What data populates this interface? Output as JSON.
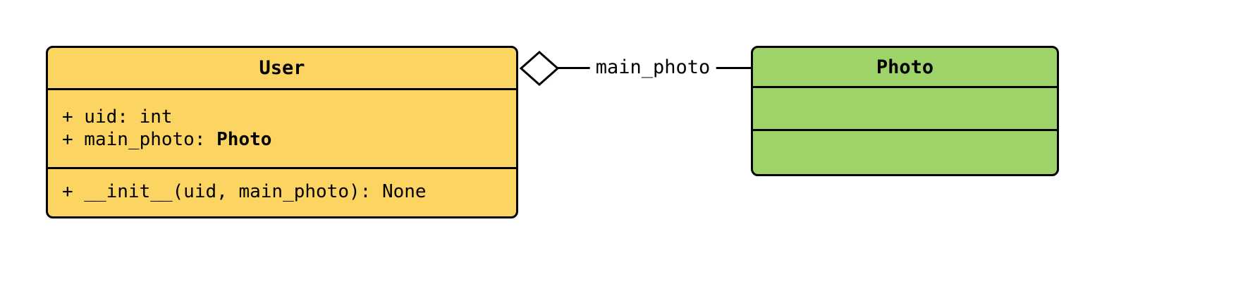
{
  "diagram": {
    "kind": "uml-class-diagram",
    "background_color": "#FFFFFF",
    "border_color": "#000000"
  },
  "user_class": {
    "name": "User",
    "fill_color": "#FCD462",
    "attributes": [
      {
        "text": "+ uid: int",
        "bold": ""
      },
      {
        "text": "+ main_photo: ",
        "bold": "Photo"
      }
    ],
    "methods": [
      "+ __init__(uid, main_photo): None"
    ]
  },
  "photo_class": {
    "name": "Photo",
    "fill_color": "#9ED36A",
    "attributes": [],
    "methods": []
  },
  "relation": {
    "type": "aggregation",
    "label": "main_photo",
    "diamond_side": "User",
    "target": "Photo"
  }
}
